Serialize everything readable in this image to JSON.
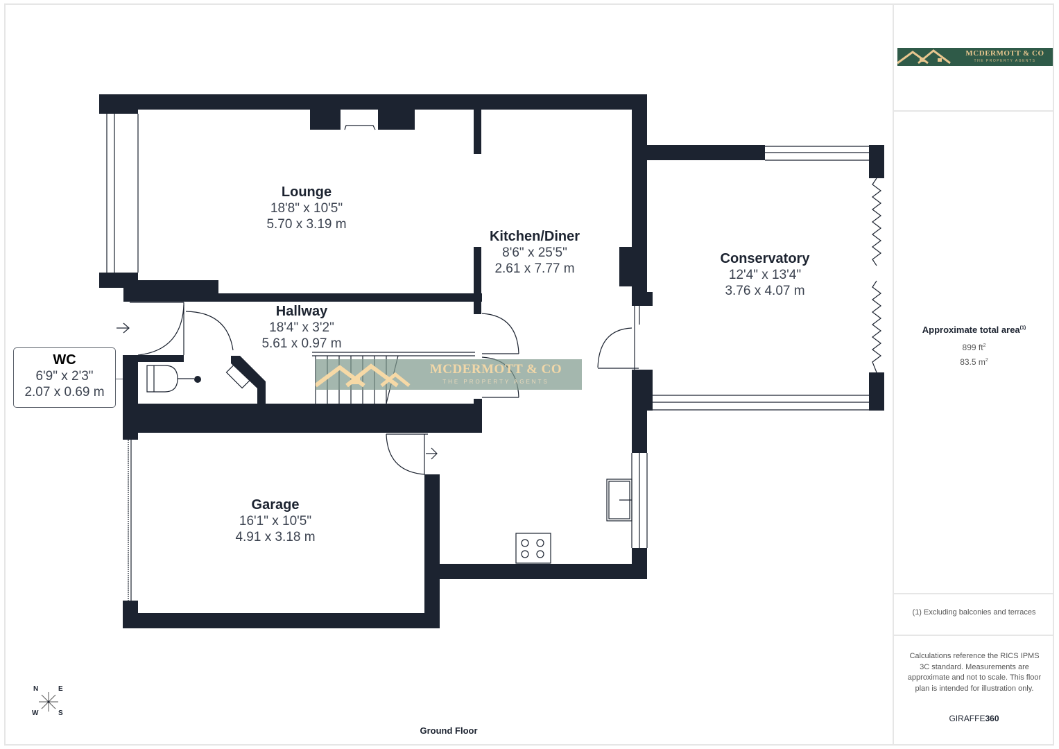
{
  "plan": {
    "floor_label": "Ground Floor",
    "rooms": [
      {
        "name": "Lounge",
        "imperial": "18'8\" x 10'5\"",
        "metric": "5.70 x 3.19 m"
      },
      {
        "name": "Kitchen/Diner",
        "imperial": "8'6\" x 25'5\"",
        "metric": "2.61 x 7.77 m"
      },
      {
        "name": "Conservatory",
        "imperial": "12'4\" x 13'4\"",
        "metric": "3.76 x 4.07 m"
      },
      {
        "name": "Hallway",
        "imperial": "18'4\" x 3'2\"",
        "metric": "5.61 x 0.97 m"
      },
      {
        "name": "WC",
        "imperial": "6'9\" x 2'3\"",
        "metric": "2.07 x 0.69 m"
      },
      {
        "name": "Garage",
        "imperial": "16'1\" x 10'5\"",
        "metric": "4.91 x 3.18 m"
      }
    ],
    "compass": {
      "n": "N",
      "e": "E",
      "w": "W",
      "s": "S"
    },
    "watermark": {
      "title": "MCDERMOTT & CO",
      "subtitle": "THE PROPERTY AGENTS"
    },
    "colors": {
      "wall": "#1c2330",
      "watermark_bg": "#7e988c",
      "watermark_text": "#f1d7a8"
    }
  },
  "sidebar": {
    "logo": {
      "title": "MCDERMOTT & CO",
      "subtitle": "THE PROPERTY AGENTS",
      "bg": "#2f5a48"
    },
    "area": {
      "title": "Approximate total area",
      "footnote_marker": "(1)",
      "imperial_value": "899 ft",
      "imperial_unit_sup": "2",
      "metric_value": "83.5 m",
      "metric_unit_sup": "2"
    },
    "note": "(1) Excluding balconies and terraces",
    "disclaimer": "Calculations reference the RICS IPMS 3C standard. Measurements are approximate and not to scale. This floor plan is intended for illustration only.",
    "brand": {
      "prefix": "GIRAFFE",
      "suffix": "360"
    }
  }
}
